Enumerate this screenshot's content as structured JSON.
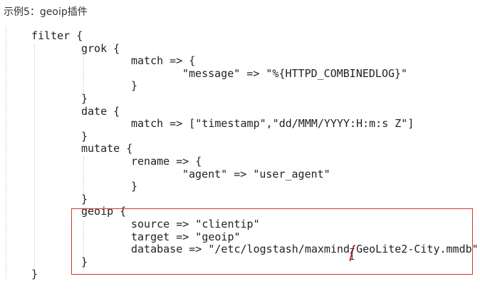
{
  "page": {
    "title": "示例5：geoip插件"
  },
  "code": {
    "lines": [
      {
        "text": "filter {",
        "indent": 0
      },
      {
        "text": "grok {",
        "indent": 1
      },
      {
        "text": "match => {",
        "indent": 2
      },
      {
        "text": "\"message\" => \"%{HTTPD_COMBINEDLOG}\"",
        "indent": 3
      },
      {
        "text": "}",
        "indent": 2
      },
      {
        "text": "}",
        "indent": 1
      },
      {
        "text": "date {",
        "indent": 1
      },
      {
        "text": "match => [\"timestamp\",\"dd/MMM/YYYY:H:m:s Z\"]",
        "indent": 2
      },
      {
        "text": "}",
        "indent": 1
      },
      {
        "text": "mutate {",
        "indent": 1
      },
      {
        "text": "rename => {",
        "indent": 2
      },
      {
        "text": "\"agent\" => \"user_agent\"",
        "indent": 3
      },
      {
        "text": "}",
        "indent": 2
      },
      {
        "text": "}",
        "indent": 1
      },
      {
        "text": "geoip {",
        "indent": 1
      },
      {
        "text": "source => \"clientip\"",
        "indent": 2
      },
      {
        "text": "target => \"geoip\"",
        "indent": 2
      },
      {
        "text": "database => \"/etc/logstash/maxmind/GeoLite2-City.mmdb\"",
        "indent": 2
      },
      {
        "text": "}",
        "indent": 1
      },
      {
        "text": "}",
        "indent": 0
      }
    ]
  },
  "colors": {
    "highlight_border": "#d9302f",
    "code_text": "#222222",
    "guide_line": "#c8c8c8"
  }
}
